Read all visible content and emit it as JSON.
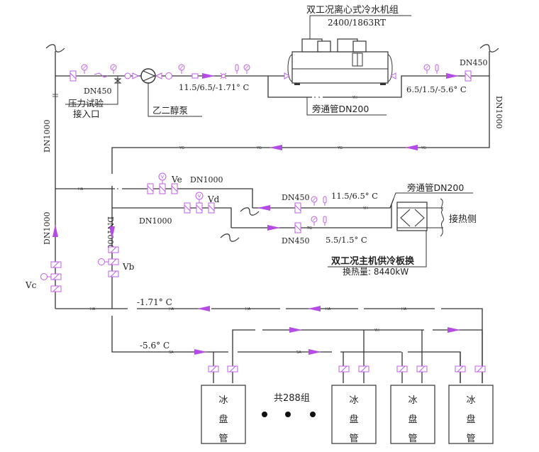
{
  "colors": {
    "pipe": "#333333",
    "accent": "#b44be6",
    "background": "#ffffff"
  },
  "chiller": {
    "title": "双工况离心式冷水机组",
    "capacity": "2400/1863RT"
  },
  "top_line": {
    "left_size": "DN450",
    "pressure_test_label_1": "压力试验",
    "pressure_test_label_2": "接入口",
    "pump_label": "乙二醇泵",
    "supply_temp": "11.5/6.5/-1.71° C",
    "bypass_label": "旁通管DN200",
    "return_temp": "6.5/1.5/-5.6° C",
    "right_size": "DN450"
  },
  "vertical_sizes": {
    "left_upper": "DN1000",
    "left_lower": "DN1000",
    "mid": "DN1000",
    "right": "DN1000"
  },
  "valves": {
    "ve": "Ve",
    "vd": "Vd",
    "vb": "Vb",
    "vc": "Vc"
  },
  "mid_section": {
    "ve_size": "DN1000",
    "vd_size": "DN1000",
    "hx_supply_size": "DN450",
    "hx_return_size": "DN450",
    "hx_supply_temp": "11.5/6.5° C",
    "hx_return_temp": "5.5/1.5° C",
    "hx_bypass": "旁通管DN200",
    "hot_side": "接热侧",
    "hx_title": "双工况主机供冷板换",
    "hx_capacity": "换热量: 8440kW"
  },
  "bottom": {
    "return_temp": "-1.71° C",
    "supply_temp": "-5.6° C",
    "group_count": "共288组",
    "coil_label": [
      "冰",
      "盘",
      "管"
    ]
  },
  "pipe_tags": {
    "ha": "HA",
    "yh": "YH",
    "yg": "YG",
    "sa": "SA",
    "tg": "TG"
  }
}
